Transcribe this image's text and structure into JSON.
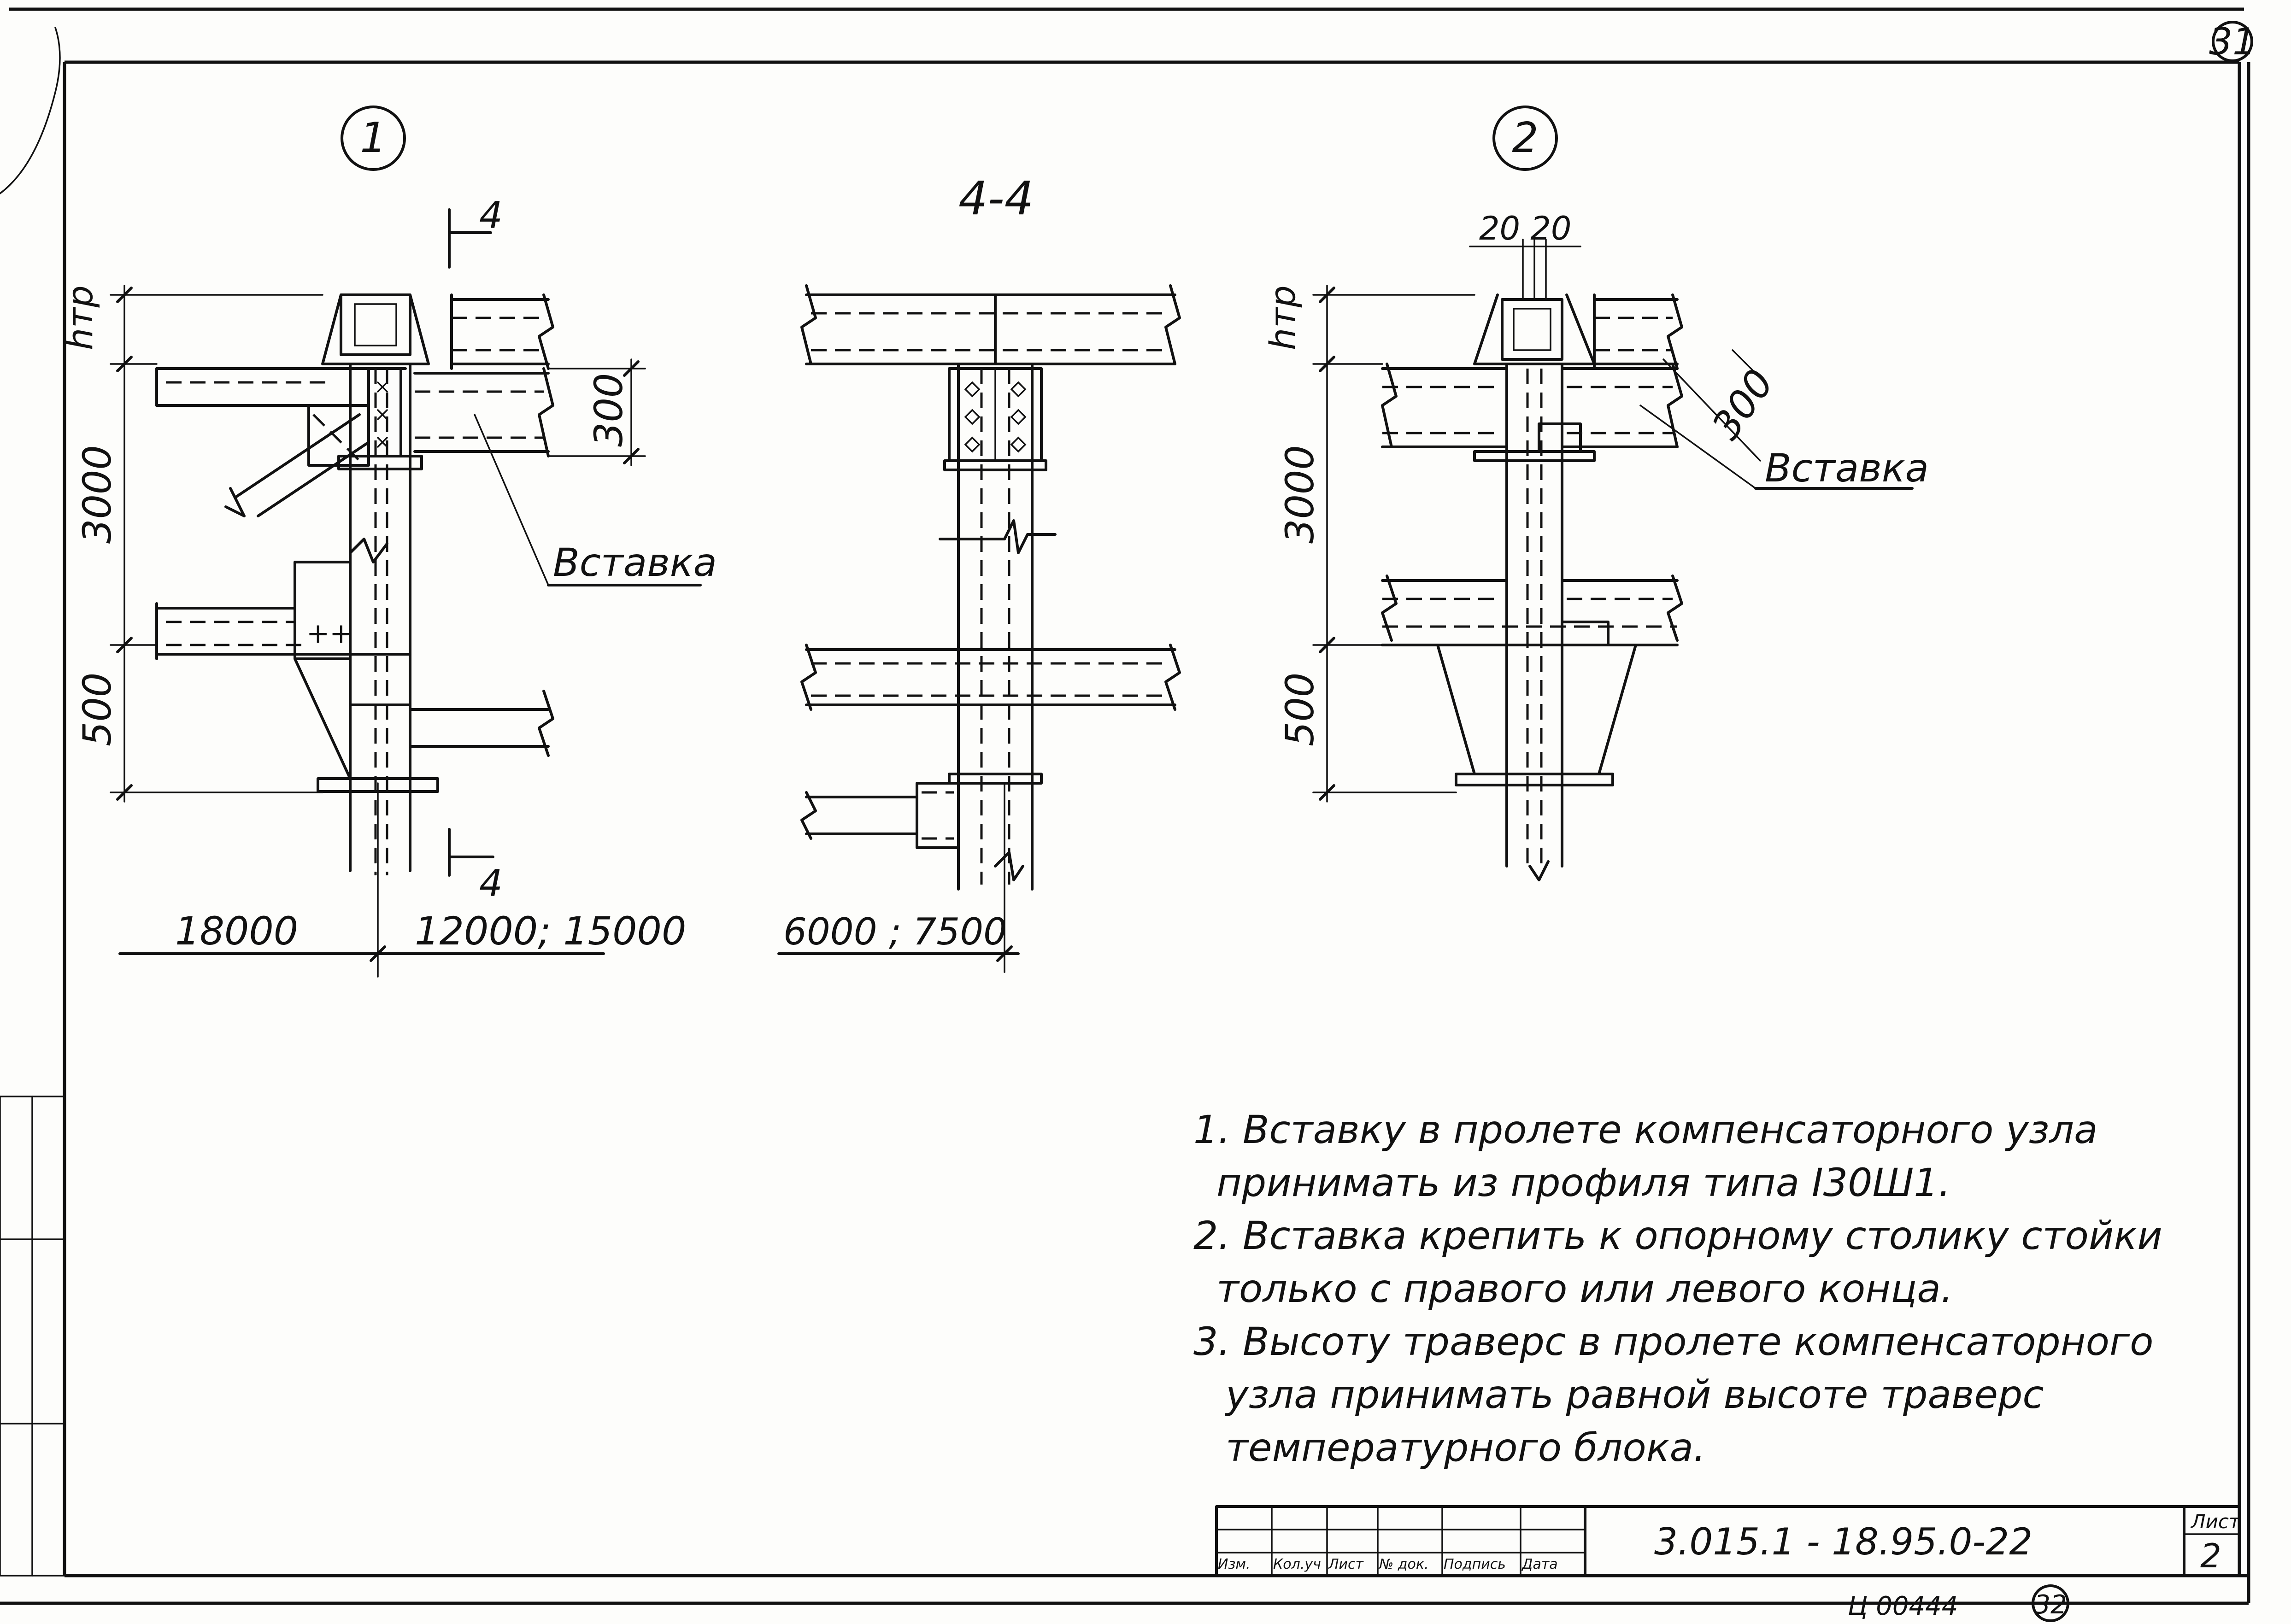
{
  "sheet": {
    "corner_number": "31",
    "bottom_stamp": "32",
    "archive_code": "Ц 00444"
  },
  "views": {
    "view1": {
      "marker": "1",
      "section_mark_top": "4",
      "section_mark_bottom": "4",
      "dim_htr": "hтр",
      "dim_3000": "3000",
      "dim_500": "500",
      "dim_300": "300",
      "insert_label": "Вставка",
      "span_left": "18000",
      "span_right": "12000; 15000"
    },
    "section44": {
      "title": "4-4",
      "span": "6000 ; 7500"
    },
    "view2": {
      "marker": "2",
      "dim_top": "20 20",
      "dim_htr": "hтр",
      "dim_3000": "3000",
      "dim_500": "500",
      "dim_300": "300",
      "insert_label": "Вставка"
    }
  },
  "notes": [
    "1. Вставку в пролете компенсаторного узла",
    "принимать из профиля типа I30Ш1.",
    "2. Вставка крепить к опорному столику стойки",
    "только с правого или левого конца.",
    "3. Высоту траверс в пролете компенсаторного",
    "узла принимать равной высоте траверс",
    "температурного блока."
  ],
  "title_block": {
    "columns": [
      "Изм.",
      "Кол.уч",
      "Лист",
      "№ док.",
      "Подпись",
      "Дата"
    ],
    "designation": "3.015.1 - 18.95.0-22",
    "sheet_label": "Лист",
    "sheet_number": "2"
  }
}
